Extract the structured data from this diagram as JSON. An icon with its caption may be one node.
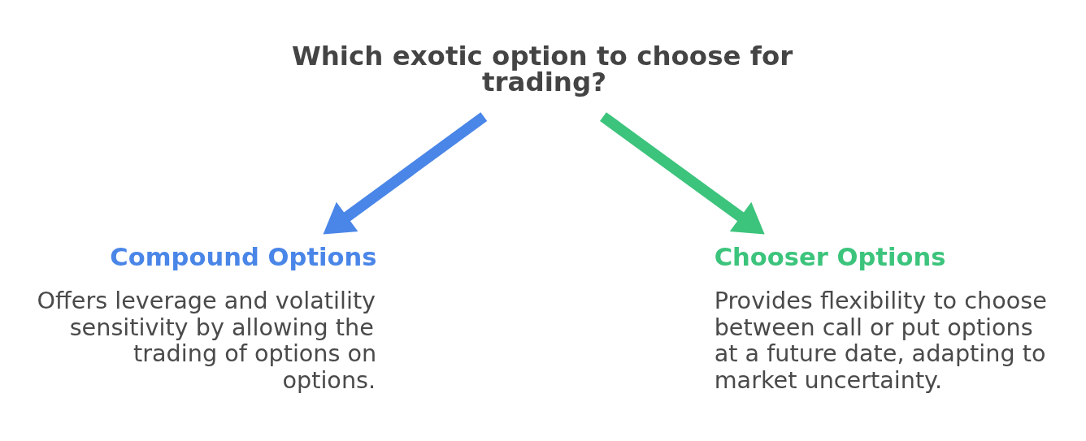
{
  "diagram": {
    "nodes": [
      {
        "text": [
          "Which exotic option to choose for trading?"
        ]
      },
      {
        "text": [
          "Compound Options",
          "Offers leverage and volatility sensitivity by allowing the trading of options on options."
        ]
      },
      {
        "text": [
          "Chooser Options",
          "Provides flexibility to choose between call or put options at a future date, adapting to market uncertainty."
        ]
      }
    ],
    "edges": [
      {
        "from": 0,
        "to": 1,
        "arrow": "to",
        "color": "#4a86e8"
      },
      {
        "from": 0,
        "to": 2,
        "arrow": "to",
        "color": "#3cc47c"
      }
    ]
  }
}
